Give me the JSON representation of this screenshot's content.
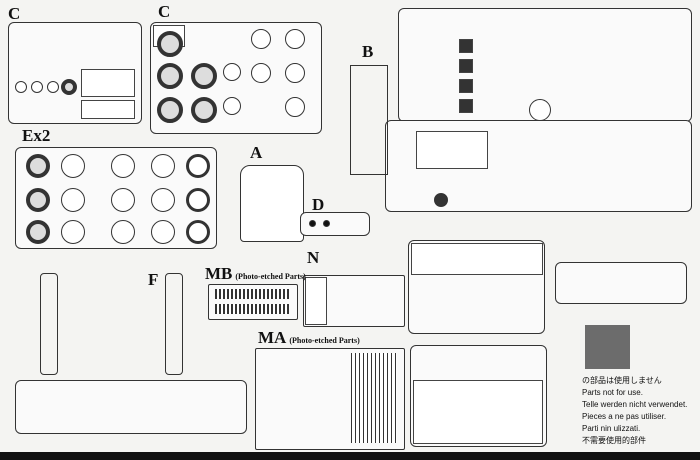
{
  "sprues": {
    "c_left": "C",
    "c_mid": "C",
    "b": "B",
    "ex2": "Ex2",
    "a": "A",
    "d": "D",
    "f": "F",
    "mb": "MB",
    "mb_note": "(Photo-etched Parts)",
    "n": "N",
    "ma": "MA",
    "ma_note": "(Photo-etched Parts)"
  },
  "legend": {
    "lines": [
      "の部品は使用しません",
      "Parts not for use.",
      "Telle werden nicht verwendet.",
      "Pieces a ne pas utiliser.",
      "Parti nin ulizzati.",
      "不需要使用的部件"
    ]
  },
  "colors": {
    "unused": "#6c6c6c",
    "line": "#333333"
  }
}
